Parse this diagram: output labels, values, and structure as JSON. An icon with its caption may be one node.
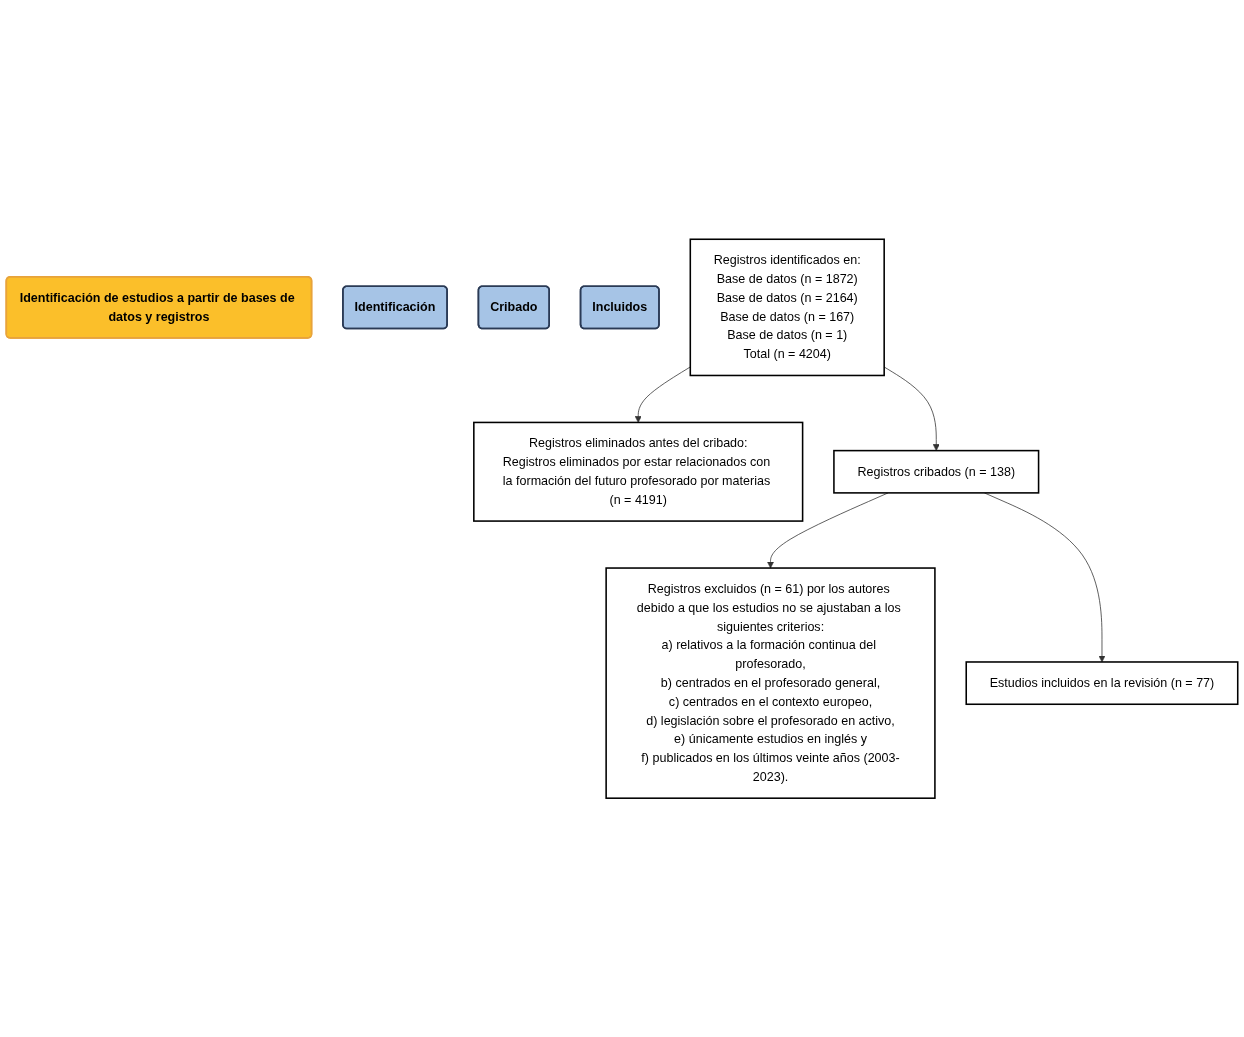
{
  "diagram": {
    "nodes": [
      {
        "text": [
          "Identificación de estudios a partir de bases de datos y registros"
        ]
      },
      {
        "text": [
          "Identificación"
        ]
      },
      {
        "text": [
          "Cribado"
        ]
      },
      {
        "text": [
          "Incluidos"
        ]
      },
      {
        "text": [
          "Registros identificados en:",
          "Base de datos (n = 1872)",
          "Base de datos (n = 2164)",
          "Base de datos (n = 167)",
          "Base de datos (n = 1)",
          "Total (n = 4204)"
        ]
      },
      {
        "text": [
          "Registros eliminados antes del cribado:",
          "Registros eliminados por estar relacionados con la formación del futuro profesorado por materias (n = 4191)"
        ]
      },
      {
        "text": [
          "Registros cribados (n = 138)"
        ]
      },
      {
        "text": [
          "Registros excluidos (n = 61) por los autores debido a que los estudios no se ajustaban a los siguientes criterios:",
          "a) relativos a la formación continua del profesorado,",
          "b) centrados en el profesorado general,",
          "c) centrados en el contexto europeo,",
          "d) legislación sobre el profesorado en activo,",
          "e) únicamente estudios en inglés y",
          "f) publicados en los últimos veinte años (2003-2023)."
        ]
      },
      {
        "text": [
          "Estudios incluidos en la revisión (n = 77)"
        ]
      }
    ],
    "edges": [
      {
        "from": 4,
        "to": 5,
        "arrow": "to"
      },
      {
        "from": 4,
        "to": 6,
        "arrow": "to"
      },
      {
        "from": 6,
        "to": 7,
        "arrow": "to"
      },
      {
        "from": 6,
        "to": 8,
        "arrow": "to"
      }
    ]
  }
}
